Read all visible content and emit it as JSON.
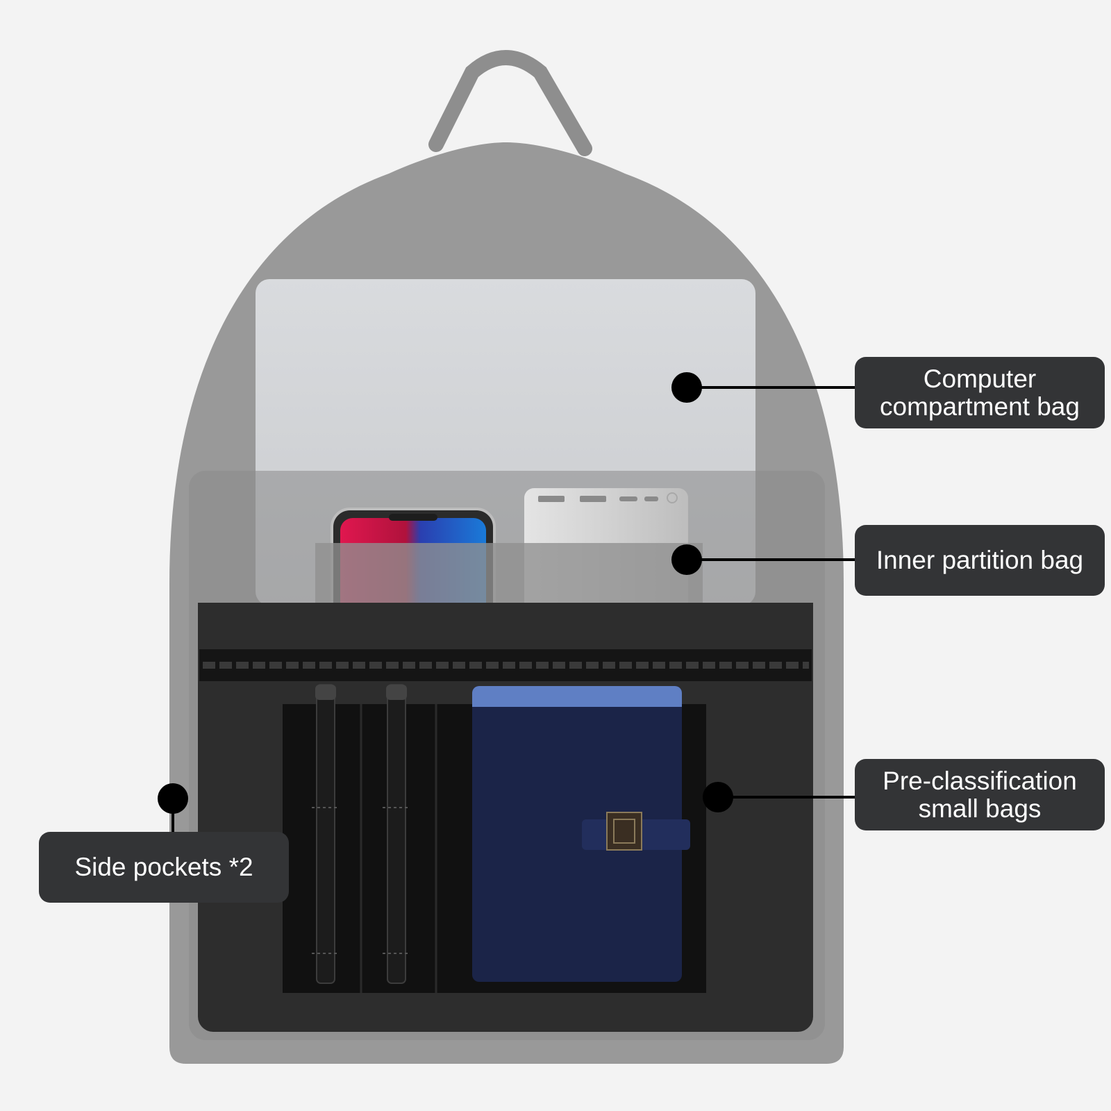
{
  "colors": {
    "background": "#f3f3f3",
    "backpack_body": "#999999",
    "computer_compartment": "#d4d6d9",
    "inner_partition": "#8f8f8f",
    "front_pocket": "#2d2d2d",
    "organizer_panel": "#111111",
    "notebook_cover": "#1b2448",
    "notebook_top_edge": "#5f7fc4",
    "callout_box": "#333436",
    "callout_text": "#ffffff",
    "marker_dot": "#000000"
  },
  "icons": {
    "bag": "backpack-illustration",
    "phone": "smartphone-icon",
    "power_bank": "power-bank-icon",
    "pens": "pen-icon",
    "notebook": "notebook-icon"
  },
  "callouts": {
    "computer": {
      "line1": "Computer",
      "line2": "compartment bag"
    },
    "inner": {
      "line1": "Inner partition bag"
    },
    "pre": {
      "line1": "Pre-classification",
      "line2": "small bags"
    },
    "side": {
      "line1": "Side pockets *2"
    }
  }
}
